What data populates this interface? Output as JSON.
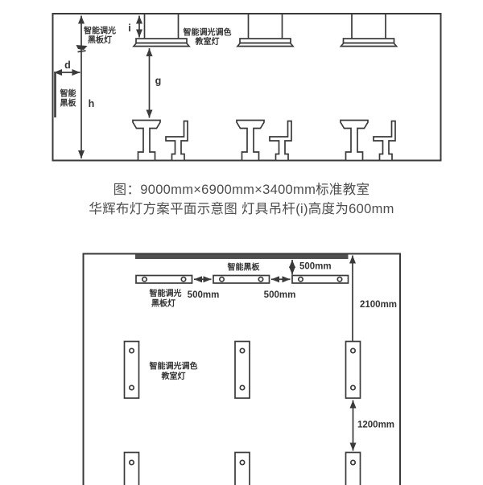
{
  "colors": {
    "line": "#3a3a3a",
    "label": "#333333",
    "caption": "#4d4d4d",
    "bar": "#4f4f4f",
    "bg": "#ffffff"
  },
  "elevation": {
    "labels": {
      "blackboard_light_line1": "智能调光",
      "blackboard_light_line2": "黑板灯",
      "classroom_light_line1": "智能调光调色",
      "classroom_light_line2": "教室灯",
      "smart_blackboard_line1": "智能",
      "smart_blackboard_line2": "黑板",
      "dim_i": "i",
      "dim_d": "d",
      "dim_g": "g",
      "dim_h": "h"
    }
  },
  "caption": {
    "line1": "图：9000mm×6900mm×3400mm标准教室",
    "line2": "华辉布灯方案平面示意图 灯具吊杆(i)高度为600mm"
  },
  "plan": {
    "labels": {
      "smart_blackboard": "智能黑板",
      "blackboard_light_line1": "智能调光",
      "blackboard_light_line2": "黑板灯",
      "classroom_light_line1": "智能调光调色",
      "classroom_light_line2": "教室灯",
      "dim_blackboard_offset": "500mm",
      "dim_gap1": "500mm",
      "dim_gap2": "500mm",
      "dim_first_row": "2100mm",
      "dim_row_gap": "1200mm"
    }
  }
}
